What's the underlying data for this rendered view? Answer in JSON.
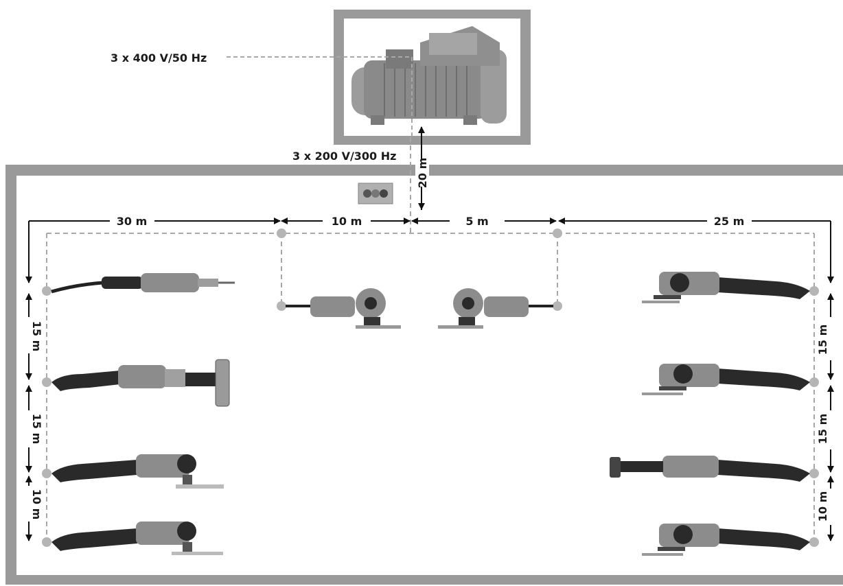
{
  "labels": {
    "input_voltage": "3 x 400 V/50 Hz",
    "output_voltage": "3 x 200 V/300 Hz"
  },
  "distances": {
    "feed": "20 m",
    "left_span": "30 m",
    "mid_left_span": "10 m",
    "mid_right_span": "5 m",
    "right_span": "25 m",
    "left_gap_1": "15 m",
    "left_gap_2": "15 m",
    "left_gap_3": "10 m",
    "right_gap_1": "15 m",
    "right_gap_2": "15 m",
    "right_gap_3": "10 m"
  },
  "components": {
    "converter": "motor-generator-icon",
    "switch_box": "switch-box-icon",
    "tools": [
      "straight-grinder-icon",
      "angle-grinder-icon"
    ]
  },
  "colors": {
    "frame": "#9a9a9a",
    "dashed_line": "#a8a8a8",
    "node": "#b5b5b5",
    "arrow": "#111111",
    "tool_body": "#8c8c8c",
    "tool_handle": "#2a2a2a"
  }
}
